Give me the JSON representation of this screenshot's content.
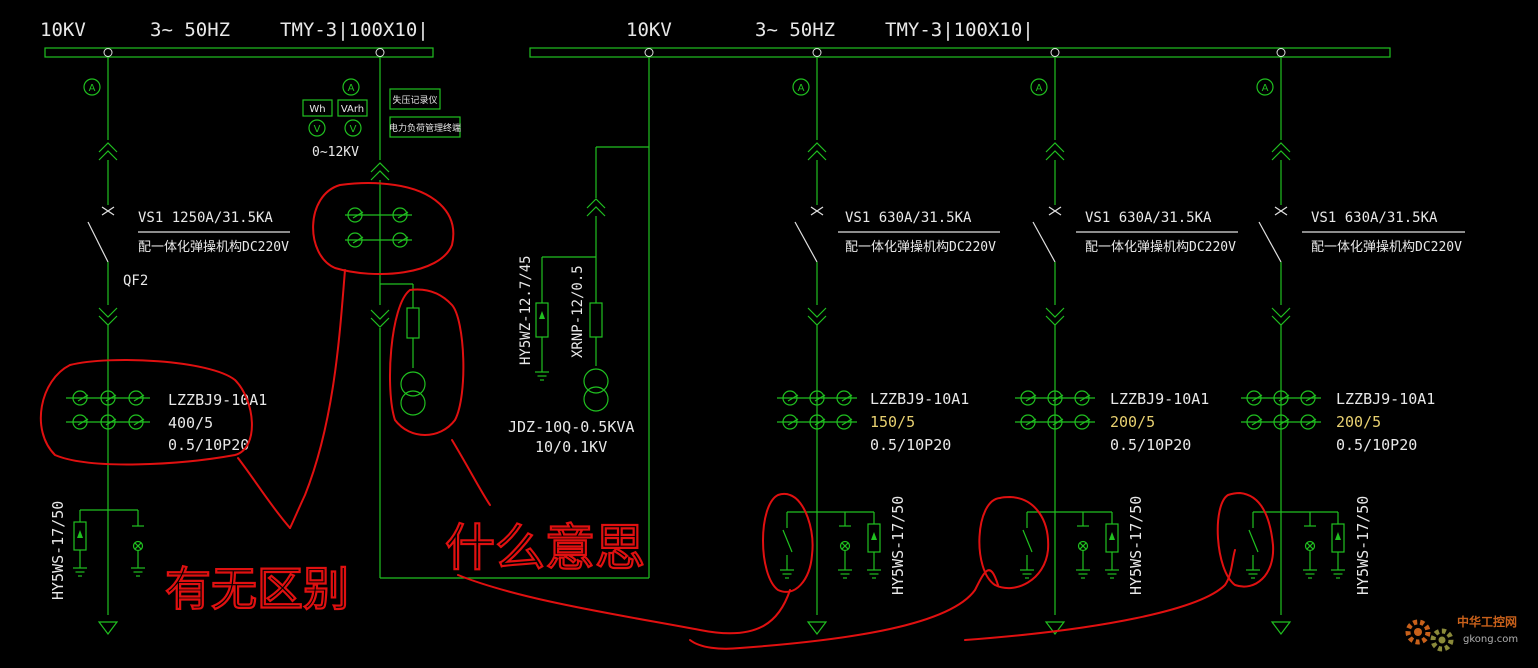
{
  "bus_left": {
    "voltage": "10KV",
    "freq": "3~ 50HZ",
    "busbar": "TMY-3|100X10|"
  },
  "bus_right": {
    "voltage": "10KV",
    "freq": "3~ 50HZ",
    "busbar": "TMY-3|100X10|"
  },
  "meter_labels": {
    "wh": "Wh",
    "varh": "VArh",
    "v": "V",
    "a": "A",
    "range": "0~12KV"
  },
  "terminal_labels": {
    "recorder": "失压记录仪",
    "load_terminal": "电力负荷管理终端"
  },
  "feeders": [
    {
      "breaker": "VS1 1250A/31.5KA",
      "mech": "配一体化弹操机构DC220V",
      "qf": "QF2",
      "ct_model": "LZZBJ9-10A1",
      "ct_ratio": "400/5",
      "ct_class": "0.5/10P20",
      "arrester": "HY5WS-17/50"
    },
    {
      "breaker": "VS1 630A/31.5KA",
      "mech": "配一体化弹操机构DC220V",
      "ct_model": "LZZBJ9-10A1",
      "ct_ratio": "150/5",
      "ct_class": "0.5/10P20",
      "arrester": "HY5WS-17/50"
    },
    {
      "breaker": "VS1 630A/31.5KA",
      "mech": "配一体化弹操机构DC220V",
      "ct_model": "LZZBJ9-10A1",
      "ct_ratio": "200/5",
      "ct_class": "0.5/10P20",
      "arrester": "HY5WS-17/50"
    },
    {
      "breaker": "VS1 630A/31.5KA",
      "mech": "配一体化弹操机构DC220V",
      "ct_model": "LZZBJ9-10A1",
      "ct_ratio": "200/5",
      "ct_class": "0.5/10P20",
      "arrester": "HY5WS-17/50"
    }
  ],
  "pt_cabinet": {
    "arrester": "HY5WZ-12.7/45",
    "fuse": "XRNP-12/0.5",
    "transformer": "JDZ-10Q-0.5KVA",
    "ratio": "10/0.1KV"
  },
  "annotations": {
    "left": "有无区别",
    "middle": "什么意思"
  },
  "watermark": {
    "site": "中华工控网",
    "url": "gkong.com"
  }
}
